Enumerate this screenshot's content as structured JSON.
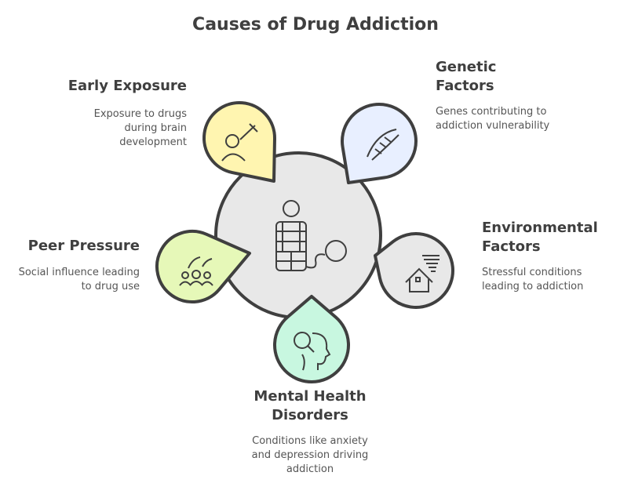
{
  "title": "Causes of Drug Addiction",
  "items": [
    {
      "title": "Early Exposure",
      "desc": "Exposure to drugs during brain development",
      "color": "#fff5b0",
      "icon": "syringe-person-icon"
    },
    {
      "title": "Genetic Factors",
      "desc": "Genes contributing to addiction vulnerability",
      "color": "#e8efff",
      "icon": "dna-icon"
    },
    {
      "title": "Environmental Factors",
      "desc": "Stressful conditions leading to addiction",
      "color": "#e8e8e8",
      "icon": "house-storm-icon"
    },
    {
      "title": "Mental Health Disorders",
      "desc": "Conditions like anxiety and depression driving addiction",
      "color": "#c8f7e0",
      "icon": "head-question-icon"
    },
    {
      "title": "Peer Pressure",
      "desc": "Social influence leading to drug use",
      "color": "#e6f8b8",
      "icon": "group-people-icon"
    }
  ],
  "center": {
    "color": "#e8e8e8",
    "icon": "addicted-person-icon"
  }
}
